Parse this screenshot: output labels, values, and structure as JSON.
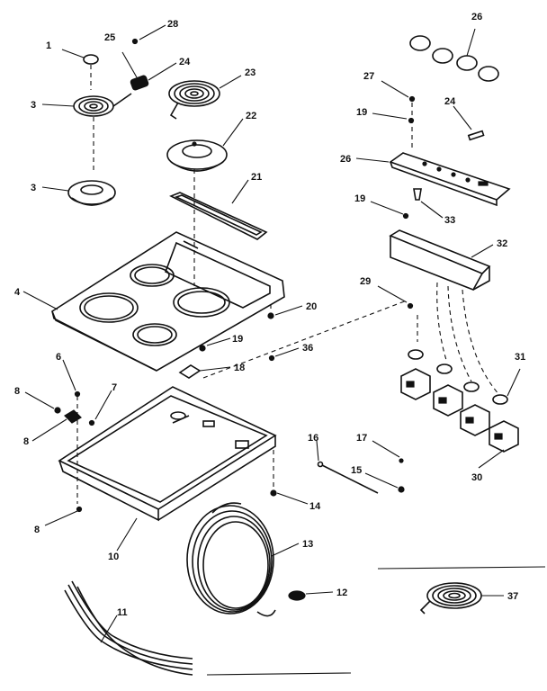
{
  "callouts": {
    "c1": "1",
    "c3a": "3",
    "c3b": "3",
    "c4": "4",
    "c6": "6",
    "c7": "7",
    "c8a": "8",
    "c8b": "8",
    "c8c": "8",
    "c10": "10",
    "c11": "11",
    "c12": "12",
    "c13": "13",
    "c14": "14",
    "c15": "15",
    "c16": "16",
    "c17": "17",
    "c18": "18",
    "c19a": "19",
    "c19b": "19",
    "c19c": "19",
    "c20": "20",
    "c21": "21",
    "c22": "22",
    "c23": "23",
    "c24a": "24",
    "c24b": "24",
    "c25": "25",
    "c26a": "26",
    "c26b": "26",
    "c27": "27",
    "c28": "28",
    "c29": "29",
    "c30": "30",
    "c31": "31",
    "c32": "32",
    "c33": "33",
    "c36": "36",
    "c37": "37"
  }
}
